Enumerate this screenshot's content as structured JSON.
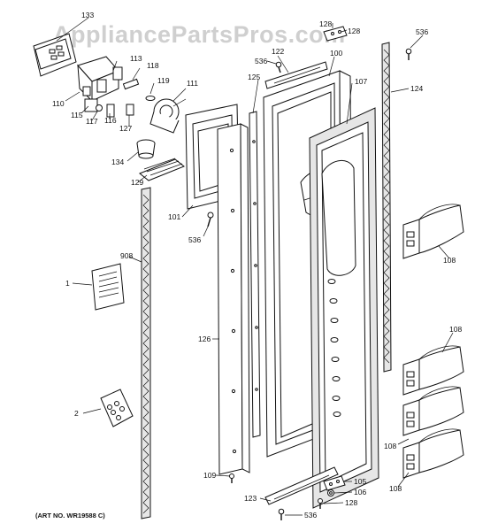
{
  "watermark": "AppliancePartsPros.com",
  "art_no": "(ART NO. WR19588 C)",
  "callouts": [
    {
      "id": "c133",
      "text": "133"
    },
    {
      "id": "c128a",
      "text": "128"
    },
    {
      "id": "c128b",
      "text": "128"
    },
    {
      "id": "c536a",
      "text": "536"
    },
    {
      "id": "c122",
      "text": "122"
    },
    {
      "id": "c536b",
      "text": "536"
    },
    {
      "id": "c100",
      "text": "100"
    },
    {
      "id": "c113",
      "text": "113"
    },
    {
      "id": "c118",
      "text": "118"
    },
    {
      "id": "c119",
      "text": "119"
    },
    {
      "id": "c125",
      "text": "125"
    },
    {
      "id": "c107",
      "text": "107"
    },
    {
      "id": "c124",
      "text": "124"
    },
    {
      "id": "c110",
      "text": "110"
    },
    {
      "id": "c115",
      "text": "115"
    },
    {
      "id": "c117",
      "text": "117"
    },
    {
      "id": "c116",
      "text": "116"
    },
    {
      "id": "c127",
      "text": "127"
    },
    {
      "id": "c111",
      "text": "111"
    },
    {
      "id": "c134",
      "text": "134"
    },
    {
      "id": "c129",
      "text": "129"
    },
    {
      "id": "c101",
      "text": "101"
    },
    {
      "id": "c536c",
      "text": "536"
    },
    {
      "id": "c108a",
      "text": "108"
    },
    {
      "id": "c908",
      "text": "908"
    },
    {
      "id": "c1",
      "text": "1"
    },
    {
      "id": "c126",
      "text": "126"
    },
    {
      "id": "c108b",
      "text": "108"
    },
    {
      "id": "c2",
      "text": "2"
    },
    {
      "id": "c108c",
      "text": "108"
    },
    {
      "id": "c109",
      "text": "109"
    },
    {
      "id": "c105",
      "text": "105"
    },
    {
      "id": "c106",
      "text": "106"
    },
    {
      "id": "c108d",
      "text": "108"
    },
    {
      "id": "c123",
      "text": "123"
    },
    {
      "id": "c128c",
      "text": "128"
    },
    {
      "id": "c536d",
      "text": "536"
    }
  ]
}
